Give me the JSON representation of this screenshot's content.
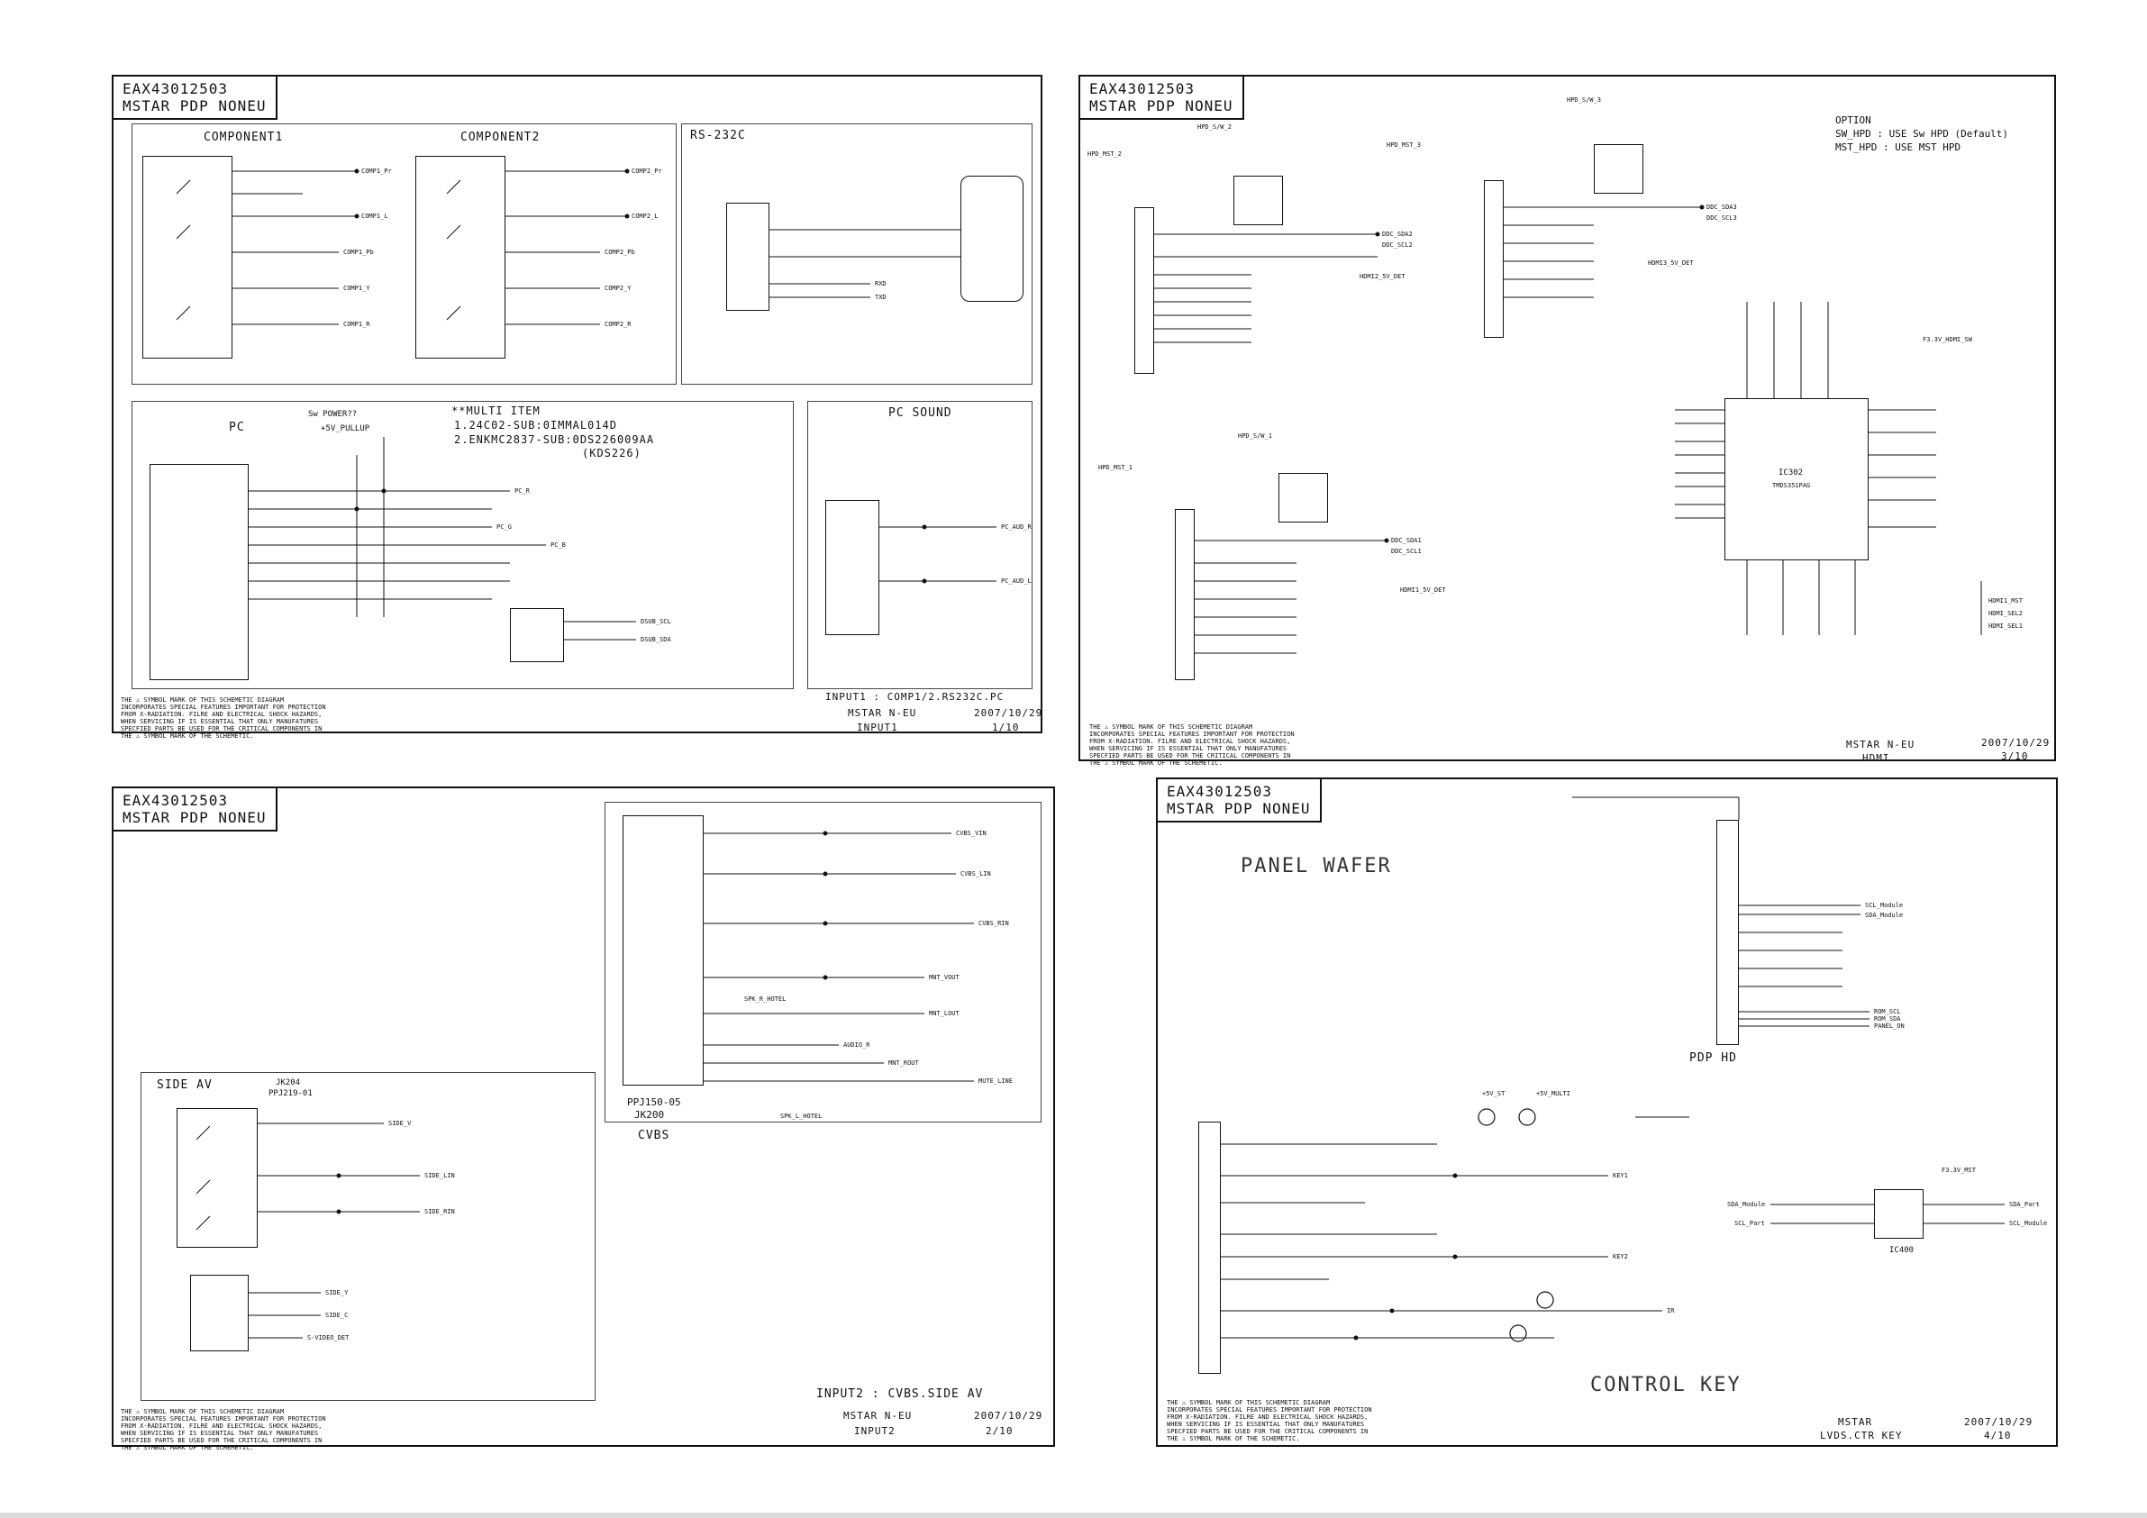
{
  "sheets": [
    {
      "id": "input1",
      "title_line1": "EAX43012503",
      "title_line2": "MSTAR PDP NONEU",
      "blocks": {
        "component1": "COMPONENT1",
        "component2": "COMPONENT2",
        "rs232c": "RS-232C",
        "pc": "PC",
        "pc_sound": "PC SOUND",
        "multi_item_title": "**MULTI ITEM",
        "multi_item_1": "1.24C02-SUB:0IMMAL014D",
        "multi_item_2": "2.ENKMC2837-SUB:0DS226009AA",
        "multi_item_3": "(KDS226)",
        "sw_power": "Sw POWER??",
        "pull_up": "+5V_PULLUP"
      },
      "labels": [
        "COMP1_Pr",
        "COMP1_L",
        "COMP1_Pb",
        "COMP1_Y",
        "COMP1_R",
        "COMP2_Pr",
        "COMP2_L",
        "COMP2_Pb",
        "COMP2_Y",
        "COMP2_R",
        "RXD",
        "TXD",
        "PC_R",
        "PC_G",
        "PC_B",
        "DSUB_SCL",
        "DSUB_SDA",
        "PC_AUD_R",
        "PC_AUD_L"
      ],
      "caption": "INPUT1 : COMP1/2.RS232C.PC",
      "company": "MSTAR N-EU",
      "name": "INPUT1",
      "date": "2007/10/29",
      "page": "1/10"
    },
    {
      "id": "hdmi",
      "title_line1": "EAX43012503",
      "title_line2": "MSTAR PDP NONEU",
      "option_title": "OPTION",
      "option_1": "SW_HPD : USE Sw HPD (Default)",
      "option_2": "MST_HPD : USE MST HPD",
      "labels": [
        "HPD_MST_2",
        "HPD_S/W_2",
        "HPD_S/W_3",
        "HPD_MST_3",
        "HPD_MST_1",
        "HPD_S/W_1",
        "DDC_SDA2",
        "DDC_SCL2",
        "HDMI2_5V_DET",
        "DDC_SDA3",
        "DDC_SCL3",
        "HDMI3_5V_DET",
        "DDC_SDA1",
        "DDC_SCL1",
        "HDMI1_5V_DET",
        "HDMI1_MST",
        "HDMI_SEL2",
        "HDMI_SEL1",
        "F3.3V_HDMI_SW"
      ],
      "ic_name": "IC302",
      "ic_part": "TMDS351PAG",
      "company": "MSTAR N-EU",
      "name": "HDMI",
      "date": "2007/10/29",
      "page": "3/10"
    },
    {
      "id": "input2",
      "title_line1": "EAX43012503",
      "title_line2": "MSTAR PDP NONEU",
      "side_av": "SIDE AV",
      "side_jack": "JK204",
      "side_part": "PPJ219-01",
      "cvbs_part": "PPJ150-05",
      "cvbs_ref": "JK200",
      "cvbs": "CVBS",
      "labels": [
        "CVBS_VIN",
        "CVBS_LIN",
        "CVBS_RIN",
        "MNT_VOUT",
        "MNT_LOUT",
        "AUDIO_R",
        "MNT_ROUT",
        "MUTE_LINE",
        "SPK_R_HOTEL",
        "SPK_L_HOTEL",
        "SIDE_V",
        "SIDE_LIN",
        "SIDE_RIN",
        "SIDE_Y",
        "SIDE_C",
        "S-VIDEO_DET"
      ],
      "caption": "INPUT2 : CVBS.SIDE AV",
      "company": "MSTAR N-EU",
      "name": "INPUT2",
      "date": "2007/10/29",
      "page": "2/10"
    },
    {
      "id": "ctrl",
      "title_line1": "EAX43012503",
      "title_line2": "MSTAR PDP NONEU",
      "panel_wafer": "PANEL WAFER",
      "pdp_hd": "PDP HD",
      "control_key": "CONTROL KEY",
      "ic_name": "IC400",
      "labels": [
        "SCL_Module",
        "SDA_Module",
        "ROM_SCL",
        "ROM_SDA",
        "PANEL_ON",
        "SDA_Part",
        "SCL_Part",
        "SDA_Module",
        "SCL_Module",
        "F3.3V_MST",
        "KEY1",
        "KEY2",
        "IR",
        "+5V_ST",
        "+5V_MULTI"
      ],
      "company": "MSTAR",
      "name": "LVDS.CTR KEY",
      "date": "2007/10/29",
      "page": "4/10"
    }
  ],
  "safety_note": "THE ⚠ SYMBOL MARK OF THIS SCHEMETIC DIAGRAM INCORPORATES SPECIAL FEATURES IMPORTANT FOR PROTECTION FROM X-RADIATION. FILRE AND ELECTRICAL SHOCK HAZARDS, WHEN SERVICING IF IS ESSENTIAL THAT ONLY MANUFATURES SPECFIED PARTS BE USED FOR THE CRITICAL COMPONENTS IN THE ⚠ SYMBOL MARK OF THE SCHEMETIC."
}
